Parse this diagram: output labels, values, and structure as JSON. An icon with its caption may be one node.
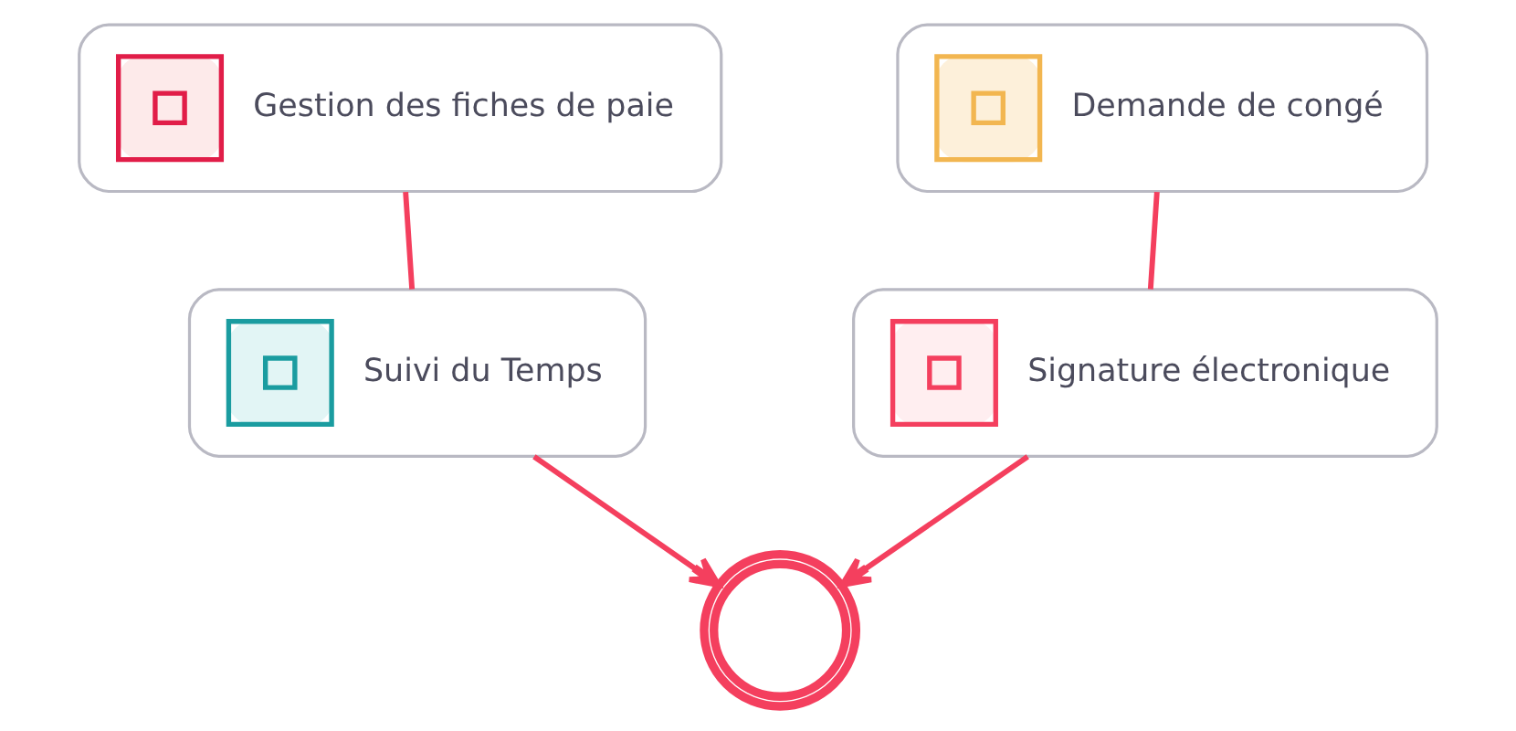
{
  "diagram": {
    "nodes": [
      {
        "text": [
          "Demande de congé"
        ]
      },
      {
        "text": [
          "Signature électronique"
        ]
      },
      {
        "text": [
          "Gestion des fiches de paie"
        ]
      },
      {
        "text": [
          "Suivi du Temps"
        ]
      },
      {
        "text": [],
        "shape": "person"
      }
    ],
    "edges": [
      {
        "from": 0,
        "to": 1,
        "arrow": "none"
      },
      {
        "from": 1,
        "to": 4,
        "arrow": "to"
      },
      {
        "from": 2,
        "to": 3,
        "arrow": "none"
      },
      {
        "from": 3,
        "to": 4,
        "arrow": "to"
      }
    ]
  }
}
